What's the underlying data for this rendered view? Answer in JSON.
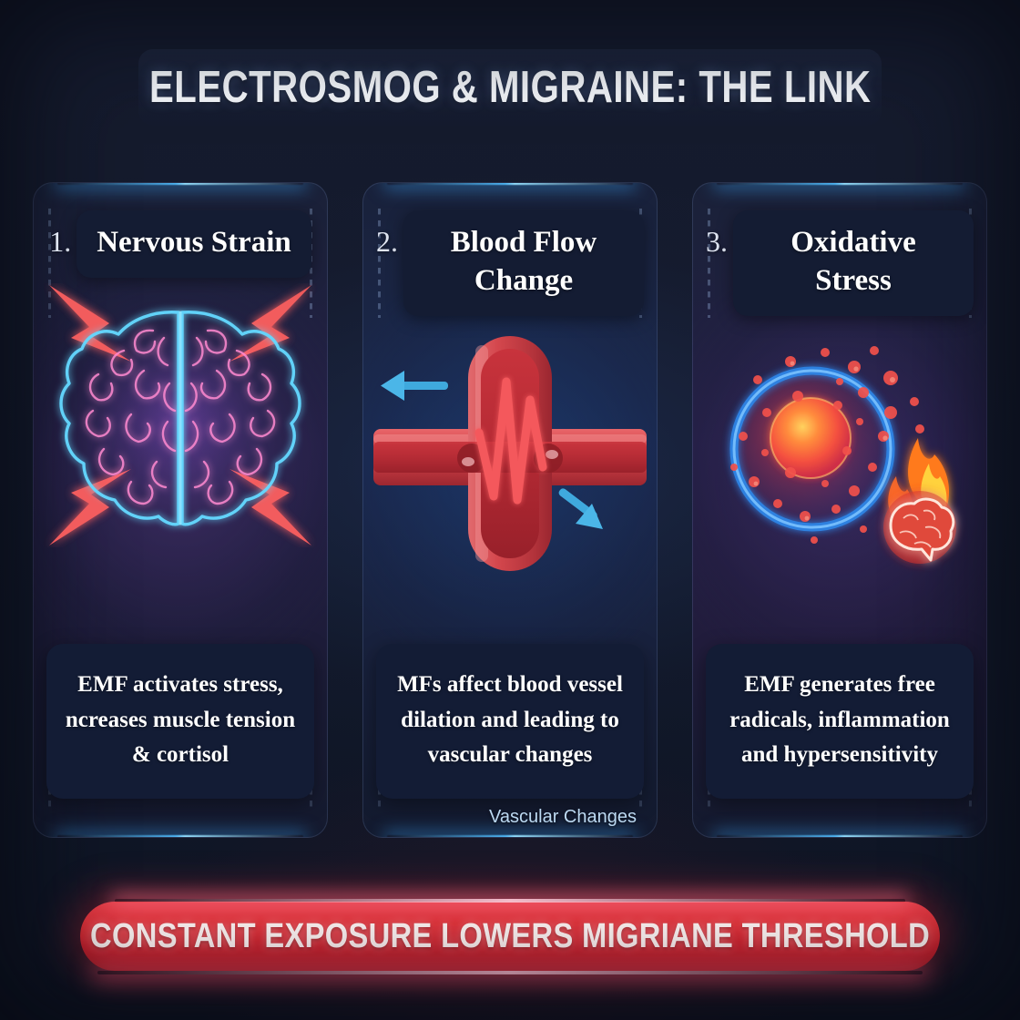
{
  "header": {
    "title": "ELECTROSMOG & MIGRAINE: THE LINK"
  },
  "cards": [
    {
      "number": "1.",
      "heading": "Nervous Strain",
      "body": "EMF activates stress, ncreases muscle tension & cortisol",
      "icon": "neon-brain-lightning-icon"
    },
    {
      "number": "2.",
      "heading": "Blood Flow Change",
      "body": "MFs affect blood vessel dilation and leading to vascular changes",
      "icon": "blood-vessel-junction-icon",
      "annotation": "Vascular Changes"
    },
    {
      "number": "3.",
      "heading": "Oxidative Stress",
      "body": "EMF generates free radicals, inflammation and hypersensitivity",
      "icon": "cell-free-radicals-burning-brain-icon"
    }
  ],
  "banner": {
    "text": "CONSTANT EXPOSURE LOWERS MIGRIANE THRESHOLD"
  },
  "colors": {
    "background": "#131a2e",
    "card_glow": "#4ab4ff",
    "banner_red": "#d8303a",
    "accent_cyan": "#59c6f5",
    "neon_pink": "#ff6e7f",
    "text_primary": "#ffffff",
    "annotation_blue": "#bcd9f2"
  }
}
